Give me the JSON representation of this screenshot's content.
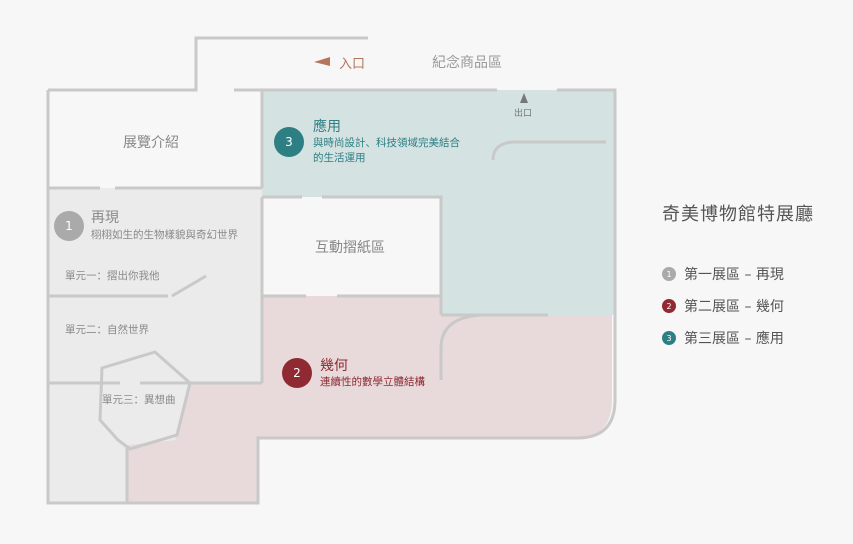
{
  "entrance": {
    "label": "入口"
  },
  "souvenir": {
    "label": "紀念商品區"
  },
  "exit": {
    "label": "出口"
  },
  "rooms": {
    "intro": "展覽介紹",
    "origami": "互動摺紙區"
  },
  "zones": {
    "zone1": {
      "number": "1",
      "title": "再現",
      "subtitle": "栩栩如生的生物樣貌與奇幻世界"
    },
    "zone2": {
      "number": "2",
      "title": "幾何",
      "subtitle": "連續性的數學立體結構"
    },
    "zone3": {
      "number": "3",
      "title": "應用",
      "subtitle_line1": "與時尚設計、科技領域完美結合",
      "subtitle_line2": "的生活運用"
    }
  },
  "units": {
    "unit1": "單元一：摺出你我他",
    "unit2": "單元二：自然世界",
    "unit3": "單元三：異想曲"
  },
  "legend": {
    "title": "奇美博物館特展廳",
    "items": [
      {
        "number": "1",
        "label": "第一展區 – 再現",
        "color": "#aaaaaa"
      },
      {
        "number": "2",
        "label": "第二展區 – 幾何",
        "color": "#8f2a33"
      },
      {
        "number": "3",
        "label": "第三展區 – 應用",
        "color": "#2e7f84"
      }
    ]
  },
  "colors": {
    "zone1_fill": "#ebebeb",
    "zone2_fill": "#e8d9da",
    "zone3_fill": "#d4e2e1",
    "wall": "#c9c9c9",
    "accent_entrance": "#b5765a"
  }
}
